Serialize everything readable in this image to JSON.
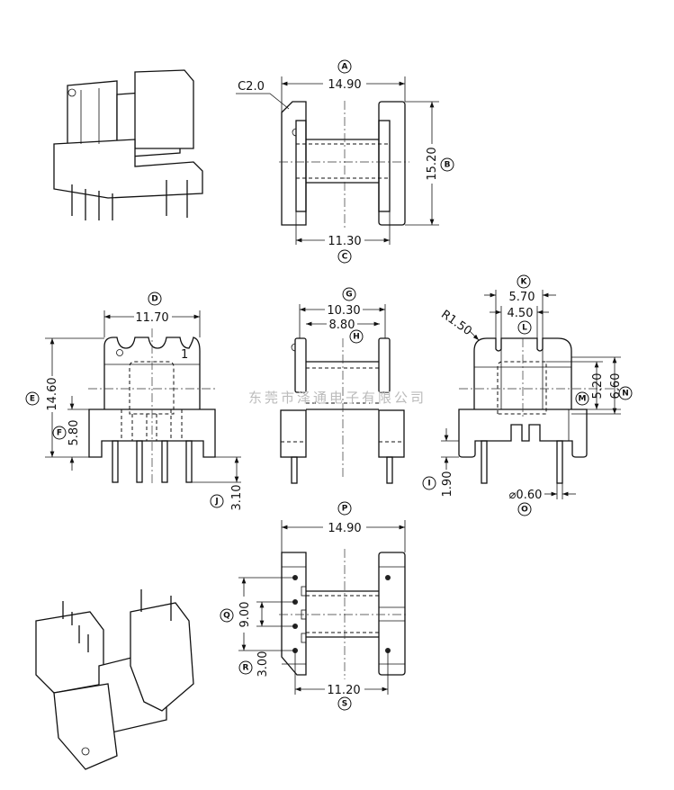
{
  "title": "Bobbin dimension drawing",
  "watermark": "东莞市泽通电子有限公司",
  "dimensions": {
    "A": {
      "letter": "A",
      "value": "14.90"
    },
    "B": {
      "letter": "B",
      "value": "15.20"
    },
    "C": {
      "letter": "C",
      "value": "11.30"
    },
    "chamfer": "C2.0",
    "D": {
      "letter": "D",
      "value": "11.70"
    },
    "E": {
      "letter": "E",
      "value": "14.60"
    },
    "F": {
      "letter": "F",
      "value": "5.80"
    },
    "G": {
      "letter": "G",
      "value": "10.30"
    },
    "H": {
      "letter": "H",
      "value": "8.80"
    },
    "I": {
      "letter": "I",
      "value": "1.90"
    },
    "J": {
      "letter": "J",
      "value": "3.10"
    },
    "K": {
      "letter": "K",
      "value": "5.70"
    },
    "L": {
      "letter": "L",
      "value": "4.50"
    },
    "radius": "R1.50",
    "M": {
      "letter": "M",
      "value": "5.20"
    },
    "N": {
      "letter": "N",
      "value": "6.60"
    },
    "O": {
      "letter": "O",
      "value": "⌀0.60"
    },
    "P": {
      "letter": "P",
      "value": "14.90"
    },
    "Q": {
      "letter": "Q",
      "value": "9.00"
    },
    "R": {
      "letter": "R",
      "value": "3.00"
    },
    "S": {
      "letter": "S",
      "value": "11.20"
    }
  },
  "pin1_mark": "1"
}
